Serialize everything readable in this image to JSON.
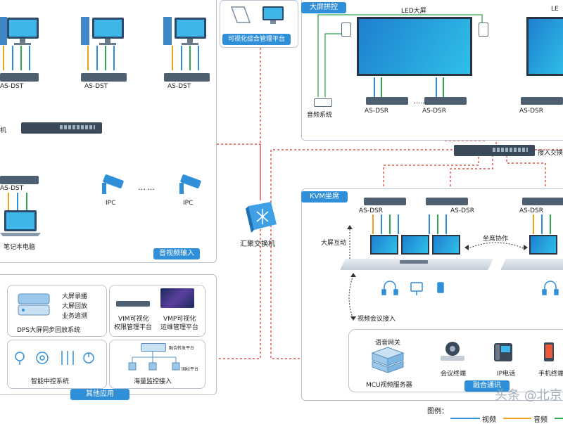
{
  "input_section": {
    "tag": "音视频输入",
    "dst_labels": [
      "AS-DST",
      "AS-DST",
      "AS-DST",
      "AS-DST"
    ],
    "switch_label": "机",
    "ipc_labels": [
      "IPC",
      "IPC"
    ],
    "ellipsis": "……",
    "laptop_label": "笔记本电脑"
  },
  "other_section": {
    "tag": "其他应用",
    "dps": {
      "lines": [
        "大屏录播",
        "大屏回放",
        "业务追溯"
      ],
      "label": "DPS大屏同步回放系统"
    },
    "vim": {
      "label_line1": "VIM可视化",
      "label_line2": "权限管理平台"
    },
    "vmp": {
      "label_line1": "VMP可视化",
      "label_line2": "运维管理平台"
    },
    "smart_label": "智能中控系统",
    "monitor": {
      "top_label": "融合转发平台",
      "right_label": "国标平台",
      "label": "海量监控接入"
    }
  },
  "center": {
    "platform_label": "可视化综合管理平台",
    "core_switch_label": "汇聚交换机"
  },
  "bigscreen_section": {
    "tag": "大屏拼控",
    "led_label": "LED大屏",
    "led2_label": "LE",
    "audio_label": "音频系统",
    "dsr_labels": [
      "AS-DSR",
      "AS-DSR",
      "AS-DSR"
    ],
    "ellipsis": "……"
  },
  "access_switch_label": "接入交换",
  "kvm_section": {
    "tag": "KVM坐席",
    "dsr_labels": [
      "AS-DSR",
      "AS-DSR",
      "AS-DSR"
    ],
    "interact_label": "大屏互动",
    "coop_label": "坐席协作",
    "video_conf_label": "视频会议接入",
    "gateway_label": "语音网关",
    "mcu_label": "MCU视频服务器",
    "terminal_label": "会议终端",
    "ip_phone_label": "IP电话",
    "mobile_label": "手机终端",
    "fusion_tag": "融合通讯"
  },
  "legend": {
    "title": "图例：",
    "video": "视频",
    "audio": "音频",
    "colors": {
      "video": "#2f8fd8",
      "audio": "#e8a21a",
      "control": "#2fa84f",
      "network": "#d9312b"
    }
  },
  "watermark": "头条 @北京"
}
